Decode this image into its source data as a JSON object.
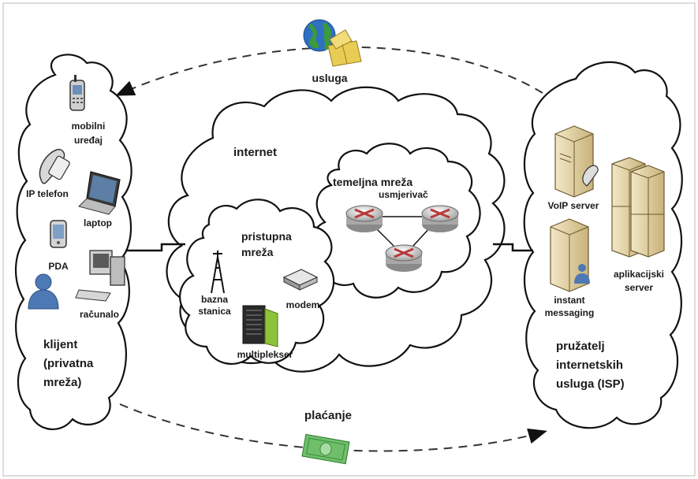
{
  "top_service": {
    "label": "usluga"
  },
  "bottom_payment": {
    "label": "plaćanje"
  },
  "client": {
    "title_lines": [
      "klijent",
      "(privatna",
      "mreža)"
    ],
    "devices": [
      {
        "icon": "mobile-phone-icon",
        "lines": [
          "mobilni",
          "uređaj"
        ]
      },
      {
        "icon": "ip-phone-icon",
        "lines": [
          "IP telefon"
        ]
      },
      {
        "icon": "laptop-icon",
        "lines": [
          "laptop"
        ]
      },
      {
        "icon": "pda-icon",
        "lines": [
          "PDA"
        ]
      },
      {
        "icon": "user-icon",
        "lines": []
      },
      {
        "icon": "desktop-computer-icon",
        "lines": [
          "računalo"
        ]
      }
    ]
  },
  "internet": {
    "label": "internet",
    "core": {
      "title": "temeljna mreža",
      "router_label": "usmjerivač",
      "router_count": 3
    },
    "access": {
      "title_lines": [
        "pristupna",
        "mreža"
      ],
      "devices": [
        {
          "icon": "base-station-icon",
          "lines": [
            "bazna",
            "stanica"
          ]
        },
        {
          "icon": "modem-icon",
          "lines": [
            "modem"
          ]
        },
        {
          "icon": "multiplexer-icon",
          "lines": [
            "multiplekser"
          ]
        }
      ]
    }
  },
  "isp": {
    "title_lines": [
      "pružatelj",
      "internetskih",
      "usluga (ISP)"
    ],
    "servers": [
      {
        "icon": "voip-server-icon",
        "lines": [
          "VoIP server"
        ]
      },
      {
        "icon": "application-server-icon",
        "lines": [
          "aplikacijski",
          "server"
        ]
      },
      {
        "icon": "instant-messaging-server-icon",
        "lines": [
          "instant",
          "messaging"
        ]
      }
    ]
  },
  "colors": {
    "line": "#111111",
    "server_body": "#e8d9b0",
    "router_body": "#d9d9d9",
    "router_accent": "#b83a3a",
    "globe_blue": "#2f6fc4",
    "globe_green": "#3b9a3b",
    "folder_yellow": "#e8cc55",
    "money_green": "#6fbf6a",
    "user_blue": "#4d79b5"
  }
}
